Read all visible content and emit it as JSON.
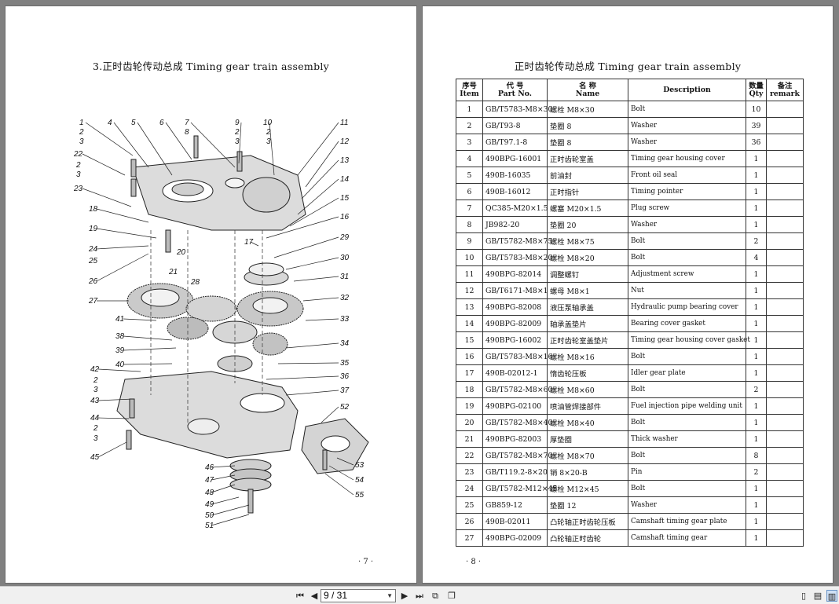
{
  "left_page": {
    "title": "3.正时齿轮传动总成 Timing gear train assembly",
    "page_number": "· 7 ·",
    "callouts": [
      "1",
      "2",
      "3",
      "4",
      "5",
      "6",
      "7",
      "8",
      "9",
      "2",
      "3",
      "10",
      "2",
      "3",
      "11",
      "12",
      "13",
      "14",
      "15",
      "16",
      "22",
      "2",
      "3",
      "23",
      "18",
      "19",
      "24",
      "25",
      "26",
      "27",
      "17",
      "20",
      "21",
      "28",
      "29",
      "30",
      "31",
      "32",
      "41",
      "38",
      "39",
      "40",
      "33",
      "34",
      "35",
      "36",
      "37",
      "42",
      "2",
      "3",
      "43",
      "44",
      "2",
      "3",
      "45",
      "52",
      "46",
      "47",
      "48",
      "49",
      "50",
      "51",
      "53",
      "54",
      "55"
    ]
  },
  "right_page": {
    "title": "正时齿轮传动总成 Timing gear train assembly",
    "page_number": "· 8 ·",
    "table": {
      "headers": [
        {
          "cn": "序号",
          "en": "Item"
        },
        {
          "cn": "代 号",
          "en": "Part No."
        },
        {
          "cn": "名 称",
          "en": "Name"
        },
        {
          "cn": "",
          "en": "Description"
        },
        {
          "cn": "数量",
          "en": "Qty"
        },
        {
          "cn": "备注",
          "en": "remark"
        }
      ],
      "rows": [
        {
          "item": "1",
          "part_no": "GB/T5783-M8×30",
          "name": "螺栓 M8×30",
          "description": "Bolt",
          "qty": "10",
          "remark": ""
        },
        {
          "item": "2",
          "part_no": "GB/T93-8",
          "name": "垫圈 8",
          "description": "Washer",
          "qty": "39",
          "remark": ""
        },
        {
          "item": "3",
          "part_no": "GB/T97.1-8",
          "name": "垫圈 8",
          "description": "Washer",
          "qty": "36",
          "remark": ""
        },
        {
          "item": "4",
          "part_no": "490BPG-16001",
          "name": "正时齿轮室盖",
          "description": "Timing gear housing cover",
          "qty": "1",
          "remark": ""
        },
        {
          "item": "5",
          "part_no": "490B-16035",
          "name": "前油封",
          "description": "Front oil seal",
          "qty": "1",
          "remark": ""
        },
        {
          "item": "6",
          "part_no": "490B-16012",
          "name": "正时指针",
          "description": "Timing pointer",
          "qty": "1",
          "remark": ""
        },
        {
          "item": "7",
          "part_no": "QC385-M20×1.5",
          "name": "螺塞 M20×1.5",
          "description": "Plug screw",
          "qty": "1",
          "remark": ""
        },
        {
          "item": "8",
          "part_no": "JB982-20",
          "name": "垫圈 20",
          "description": "Washer",
          "qty": "1",
          "remark": ""
        },
        {
          "item": "9",
          "part_no": "GB/T5782-M8×75",
          "name": "螺栓 M8×75",
          "description": "Bolt",
          "qty": "2",
          "remark": ""
        },
        {
          "item": "10",
          "part_no": "GB/T5783-M8×20",
          "name": "螺栓 M8×20",
          "description": "Bolt",
          "qty": "4",
          "remark": ""
        },
        {
          "item": "11",
          "part_no": "490BPG-82014",
          "name": "调整螺钉",
          "description": "Adjustment screw",
          "qty": "1",
          "remark": ""
        },
        {
          "item": "12",
          "part_no": "GB/T6171-M8×1",
          "name": "螺母 M8×1",
          "description": "Nut",
          "qty": "1",
          "remark": ""
        },
        {
          "item": "13",
          "part_no": "490BPG-82008",
          "name": "液压泵轴承盖",
          "description": "Hydraulic pump bearing cover",
          "qty": "1",
          "remark": ""
        },
        {
          "item": "14",
          "part_no": "490BPG-82009",
          "name": "轴承盖垫片",
          "description": "Bearing cover gasket",
          "qty": "1",
          "remark": ""
        },
        {
          "item": "15",
          "part_no": "490BPG-16002",
          "name": "正时齿轮室盖垫片",
          "description": "Timing gear housing cover gasket",
          "qty": "1",
          "remark": ""
        },
        {
          "item": "16",
          "part_no": "GB/T5783-M8×16",
          "name": "螺栓 M8×16",
          "description": "Bolt",
          "qty": "1",
          "remark": ""
        },
        {
          "item": "17",
          "part_no": "490B-02012-1",
          "name": "惰齿轮压板",
          "description": "Idler gear plate",
          "qty": "1",
          "remark": ""
        },
        {
          "item": "18",
          "part_no": "GB/T5782-M8×60",
          "name": "螺栓 M8×60",
          "description": "Bolt",
          "qty": "2",
          "remark": ""
        },
        {
          "item": "19",
          "part_no": "490BPG-02100",
          "name": "喷油管焊接部件",
          "description": "Fuel injection pipe welding unit",
          "qty": "1",
          "remark": ""
        },
        {
          "item": "20",
          "part_no": "GB/T5782-M8×40",
          "name": "螺栓 M8×40",
          "description": "Bolt",
          "qty": "1",
          "remark": ""
        },
        {
          "item": "21",
          "part_no": "490BPG-82003",
          "name": "厚垫圈",
          "description": "Thick washer",
          "qty": "1",
          "remark": ""
        },
        {
          "item": "22",
          "part_no": "GB/T5782-M8×70",
          "name": "螺栓 M8×70",
          "description": "Bolt",
          "qty": "8",
          "remark": ""
        },
        {
          "item": "23",
          "part_no": "GB/T119.2-8×20",
          "name": "销 8×20-B",
          "description": "Pin",
          "qty": "2",
          "remark": ""
        },
        {
          "item": "24",
          "part_no": "GB/T5782-M12×45",
          "name": "螺栓 M12×45",
          "description": "Bolt",
          "qty": "1",
          "remark": ""
        },
        {
          "item": "25",
          "part_no": "GB859-12",
          "name": "垫圈 12",
          "description": "Washer",
          "qty": "1",
          "remark": ""
        },
        {
          "item": "26",
          "part_no": "490B-02011",
          "name": "凸轮轴正时齿轮压板",
          "description": "Camshaft timing gear plate",
          "qty": "1",
          "remark": ""
        },
        {
          "item": "27",
          "part_no": "490BPG-02009",
          "name": "凸轮轴正时齿轮",
          "description": "Camshaft timing gear",
          "qty": "1",
          "remark": ""
        }
      ]
    }
  },
  "toolbar": {
    "page_indicator": "9 / 31",
    "icons": [
      "first-page-icon",
      "prev-page-icon",
      "next-page-icon",
      "last-page-icon",
      "copy-icon",
      "copy-alt-icon",
      "single-page-view-icon",
      "continuous-view-icon",
      "two-page-view-icon"
    ]
  }
}
